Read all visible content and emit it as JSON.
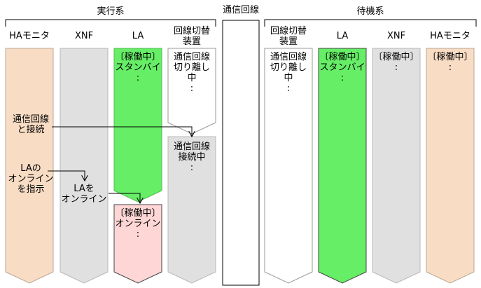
{
  "groups": {
    "active": "実行系",
    "line": "通信回線",
    "standby": "待機系"
  },
  "columns": {
    "active_ha": "HAモニタ",
    "active_xnf": "XNF",
    "active_la": "LA",
    "active_switch": [
      "回線切替",
      "装置"
    ],
    "standby_switch": [
      "回線切替",
      "装置"
    ],
    "standby_la": "LA",
    "standby_xnf": "XNF",
    "standby_ha": "HAモニタ"
  },
  "states": {
    "active_la_standby": [
      "〔稼働中〕",
      "スタンバイ",
      ":"
    ],
    "active_la_online": [
      "〔稼働中〕",
      "オンライン",
      ":"
    ],
    "active_switch_disconnected": [
      "通信回線",
      "切り離し",
      "中",
      ":"
    ],
    "active_switch_connected": [
      "通信回線",
      "接続中",
      ":"
    ],
    "standby_switch_disconnected": [
      "通信回線",
      "切り離し",
      "中",
      ":"
    ],
    "standby_la_standby": [
      "〔稼働中〕",
      "スタンバイ",
      ":"
    ],
    "standby_xnf_running": [
      "〔稼働中〕",
      ":"
    ],
    "standby_ha_running": [
      "〔稼働中〕",
      ":"
    ]
  },
  "actions": {
    "connect_line": [
      "通信回線",
      "と接続"
    ],
    "instruct_online": [
      "LAの",
      "オンライン",
      "を指示"
    ],
    "la_online": [
      "LAを",
      "オンライン"
    ]
  },
  "colors": {
    "ha_fill": "#f8dcc4",
    "xnf_fill": "#e0e0e0",
    "la_running": "#66ee66",
    "la_online": "#ffd6d6",
    "switch_connected": "#e0e0e0",
    "outline": "#555555"
  }
}
